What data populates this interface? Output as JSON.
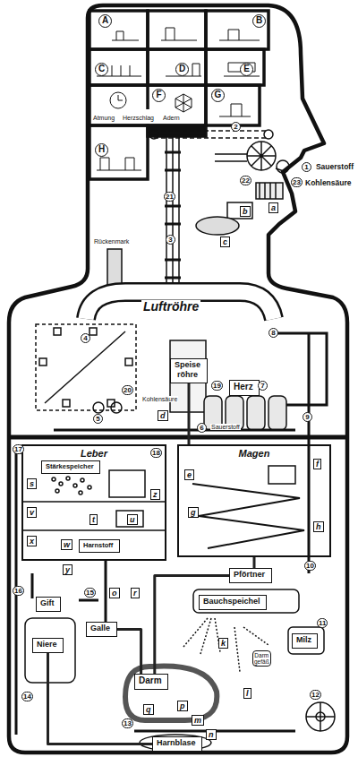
{
  "diagram": {
    "nodes": [
      {
        "text": [
          "Speise röhre"
        ]
      },
      {
        "text": [
          "Herz"
        ]
      },
      {
        "text": [
          "Leber"
        ]
      },
      {
        "text": [
          "Stärkespeicher"
        ],
        "in": 2
      },
      {
        "text": [
          "Harnstoff"
        ],
        "in": 2
      },
      {
        "text": [
          "Magen"
        ]
      },
      {
        "text": [
          "Pförtner"
        ]
      },
      {
        "text": [
          "Bauchspeichel"
        ]
      },
      {
        "text": [
          "Gift"
        ]
      },
      {
        "text": [
          "Galle"
        ]
      },
      {
        "text": [
          "Milz"
        ]
      },
      {
        "text": [
          "Niere"
        ]
      },
      {
        "text": [
          "Darm"
        ]
      },
      {
        "text": [
          "Harnblase"
        ]
      }
    ],
    "edges": [
      {
        "from": 0,
        "to": 5,
        "arrow": "none"
      },
      {
        "from": 5,
        "to": 6,
        "arrow": "none"
      },
      {
        "from": 6,
        "to": 12,
        "arrow": "none"
      },
      {
        "from": 9,
        "to": 12,
        "arrow": "none"
      },
      {
        "from": 11,
        "to": 13,
        "arrow": "none"
      }
    ],
    "labels": [
      "A",
      "B",
      "C",
      "D",
      "E",
      "F",
      "G",
      "Atmung",
      "Herzschlag",
      "Adern",
      "H",
      "2",
      "22",
      "Sauerstoff",
      "1",
      "Kohlensäure",
      "23",
      "a",
      "b",
      "21",
      "c",
      "3",
      "Rückenmark",
      "Luftröhre",
      "4",
      "8",
      "20",
      "19",
      "Kohlensäure",
      "7",
      "5",
      "9",
      "d",
      "6",
      "Sauerstoff",
      "17",
      "18",
      "s",
      "z",
      "e",
      "f",
      "v",
      "g",
      "t",
      "u",
      "h",
      "x",
      "w",
      "y",
      "10",
      "16",
      "15",
      "o",
      "r",
      "11",
      "k",
      "Darm gefäß",
      "l",
      "12",
      "14",
      "p",
      "q",
      "13",
      "m",
      "n"
    ]
  }
}
